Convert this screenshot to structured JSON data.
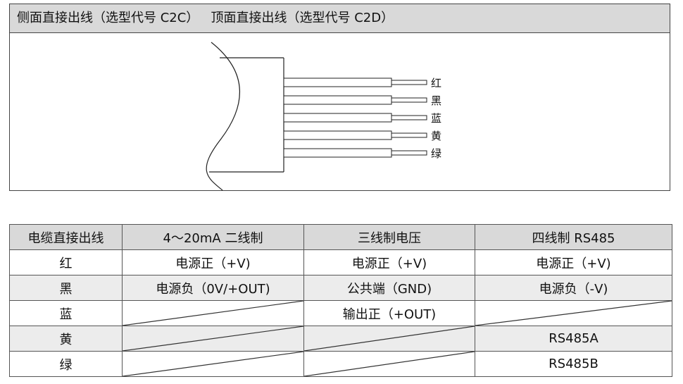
{
  "top_panel": {
    "header_text": "侧面直接出线（选型代号 C2C）   顶面直接出线（选型代号 C2D）",
    "wire_labels": [
      "红",
      "黑",
      "蓝",
      "黄",
      "绿"
    ]
  },
  "table": {
    "headers": [
      "电缆直接出线",
      "4～20mA 二线制",
      "三线制电压",
      "四线制 RS485"
    ],
    "rows": [
      {
        "color": "红",
        "c1": "电源正（+V)",
        "c2": "电源正（+V)",
        "c3": "电源正（+V)"
      },
      {
        "color": "黑",
        "c1": "电源负（0V/+OUT)",
        "c2": "公共端（GND)",
        "c3": "电源负（-V)"
      },
      {
        "color": "蓝",
        "c1": "",
        "c2": "输出正（+OUT)",
        "c3": ""
      },
      {
        "color": "黄",
        "c1": "",
        "c2": "",
        "c3": "RS485A"
      },
      {
        "color": "绿",
        "c1": "",
        "c2": "",
        "c3": "RS485B"
      }
    ]
  }
}
